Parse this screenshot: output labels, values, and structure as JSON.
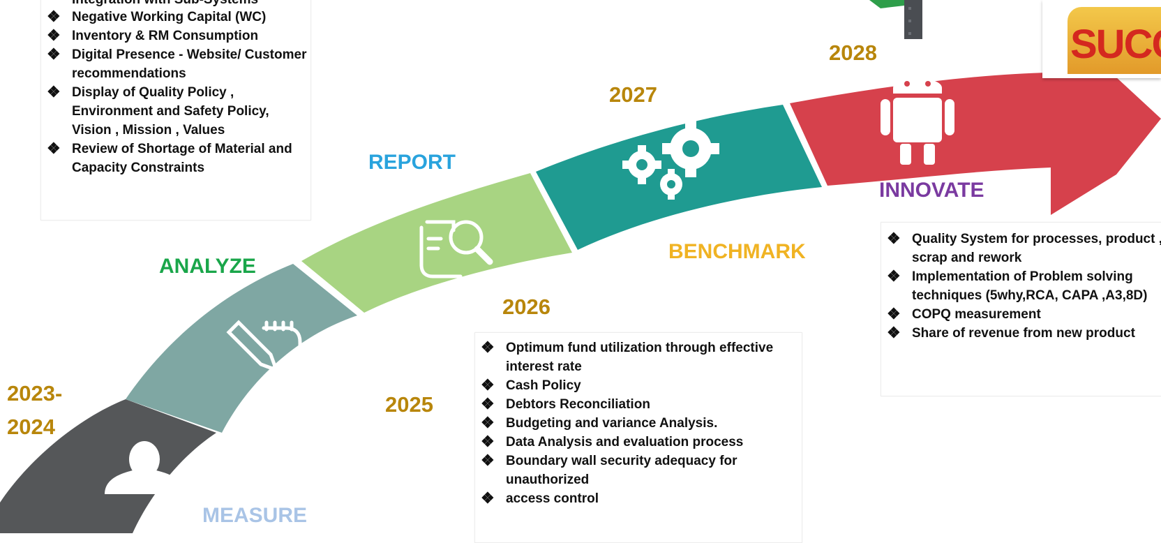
{
  "years": {
    "y2023": "2023-",
    "y2024": "2024",
    "y2025": "2025",
    "y2026": "2026",
    "y2027": "2027",
    "y2028": "2028"
  },
  "phases": {
    "measure": "MEASURE",
    "analyze": "ANALYZE",
    "report": "REPORT",
    "benchmark": "BENCHMARK",
    "innovate": "INNOVATE"
  },
  "bullet_glyph": "❖",
  "box_topleft": {
    "items": [
      "Integration with Sub-Systems",
      "Negative Working Capital (WC)",
      "Inventory & RM Consumption",
      "Digital Presence - Website/ Customer recommendations",
      "Display of Quality Policy , Environment and Safety Policy, Vision , Mission , Values",
      "Review of Shortage of Material and Capacity Constraints"
    ]
  },
  "box_middle": {
    "items": [
      "Optimum fund utilization through effective interest rate",
      "Cash Policy",
      "Debtors Reconciliation",
      "Budgeting and variance Analysis.",
      "Data Analysis and evaluation process",
      "Boundary wall security adequacy for unauthorized",
      "access control"
    ]
  },
  "box_right": {
    "items": [
      "Quality System for processes, product , scrap and rework",
      "Implementation of Problem solving techniques (5why,RCA, CAPA ,A3,8D)",
      "COPQ measurement",
      "Share of revenue from new product"
    ]
  },
  "colors": {
    "measure_segment": "#555759",
    "analyze_segment": "#7fa7a3",
    "report_segment": "#a8d482",
    "benchmark_segment": "#1f9b91",
    "innovate_segment": "#d6414c",
    "year_gold": "#b8860b",
    "measure_text": "#a9c4e6",
    "analyze_text": "#1aa64a",
    "report_text": "#29a3dd",
    "benchmark_text": "#f0b323",
    "innovate_text": "#7a3aa0"
  },
  "icons": [
    "user-icon",
    "notepad-pencil-icon",
    "document-search-icon",
    "gears-icon",
    "robot-icon",
    "success-image"
  ],
  "success_word": "SUCC"
}
